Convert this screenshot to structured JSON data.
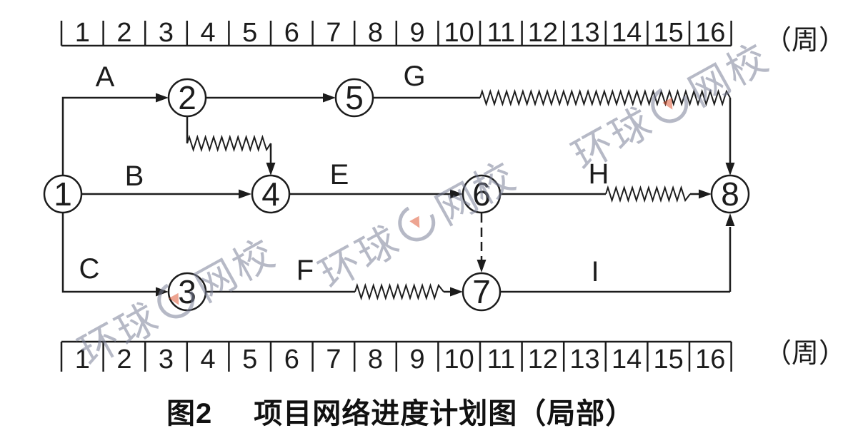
{
  "figure_caption": {
    "number": "图2",
    "title": "项目网络进度计划图（局部）"
  },
  "timeline": {
    "unit": "（周）",
    "weeks": [
      "1",
      "2",
      "3",
      "4",
      "5",
      "6",
      "7",
      "8",
      "9",
      "10",
      "11",
      "12",
      "13",
      "14",
      "15",
      "16"
    ]
  },
  "nodes": [
    {
      "label": "1"
    },
    {
      "label": "2"
    },
    {
      "label": "3"
    },
    {
      "label": "4"
    },
    {
      "label": "5"
    },
    {
      "label": "6"
    },
    {
      "label": "7"
    },
    {
      "label": "8"
    }
  ],
  "activities": {
    "a": "A",
    "b": "B",
    "c": "C",
    "e": "E",
    "f": "F",
    "g": "G",
    "h": "H",
    "i": "I"
  },
  "watermark": {
    "left": "环球",
    "right": "网校",
    "flame": "▼"
  },
  "colors": {
    "line": "#1c1c1c",
    "watermark": "#7b8198",
    "flame": "#e05a38"
  }
}
